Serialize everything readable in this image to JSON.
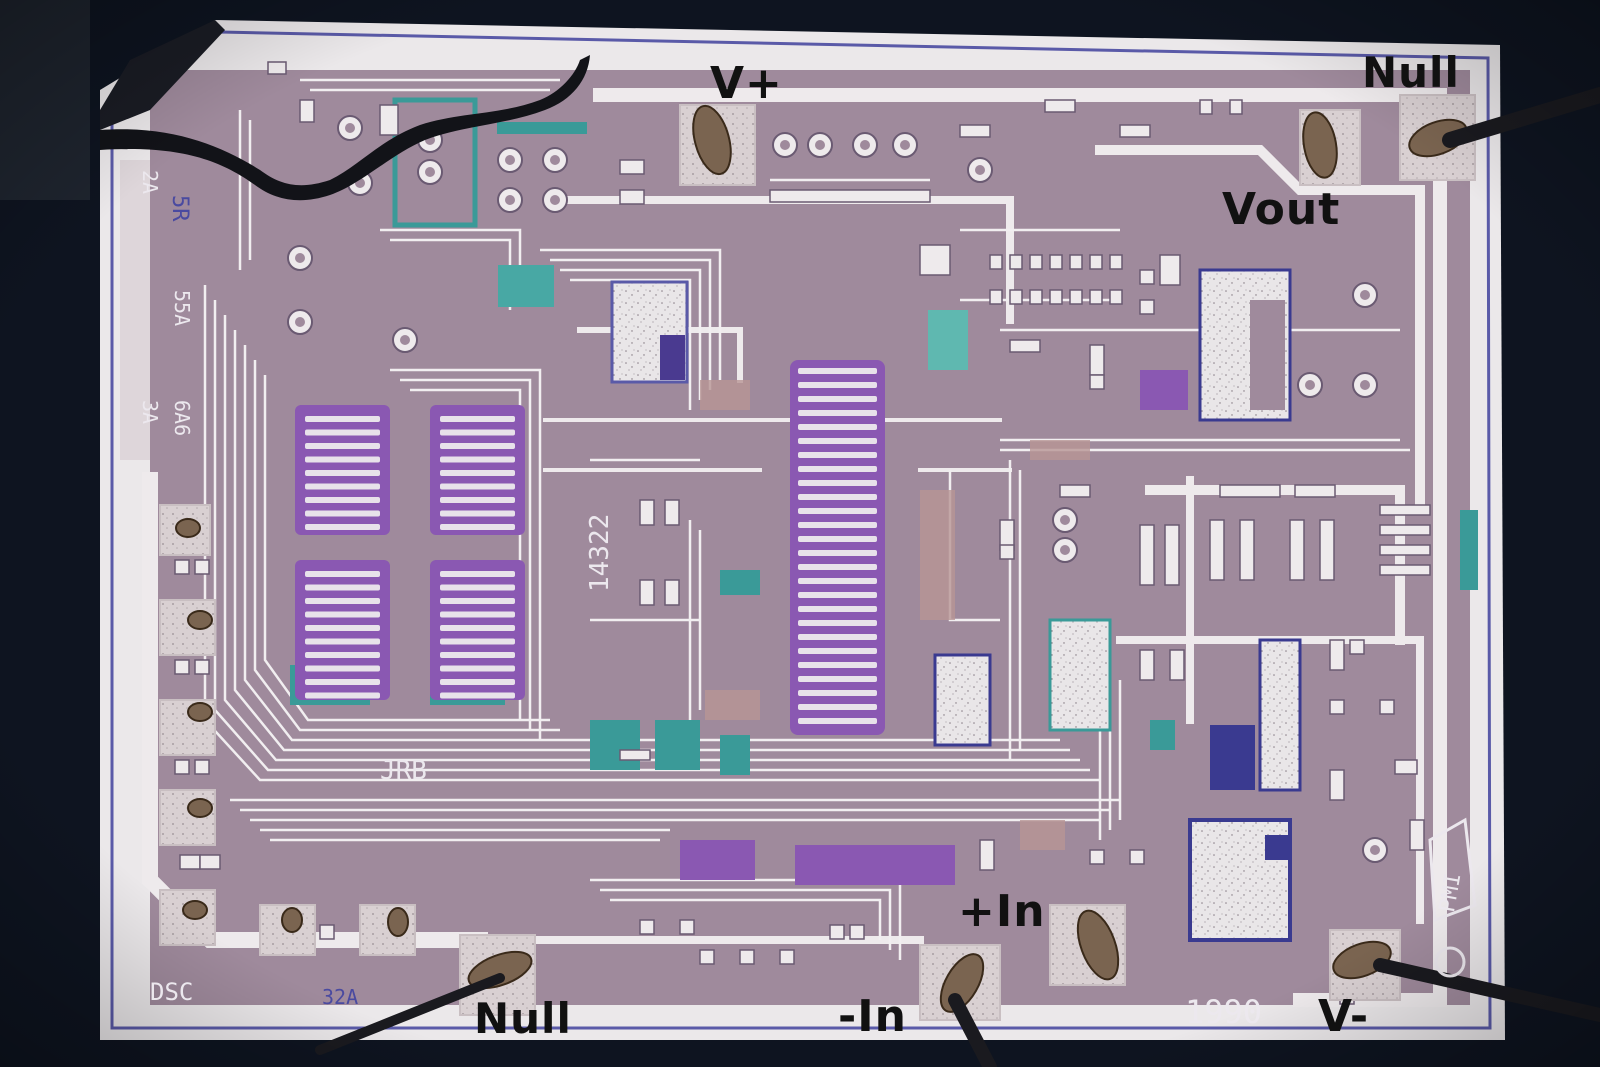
{
  "image": {
    "subject": "die-photo",
    "colors": {
      "background": "#0e1420",
      "substrate": "#9f8a9c",
      "metal": "#ebe8ea",
      "purple_resistor": "#8a58b2",
      "teal_region": "#3a9a98",
      "pad": "#d9cfcf",
      "label_text": "#111111"
    }
  },
  "pin_labels": {
    "vplus": "V+",
    "null_top": "Null",
    "vout": "Vout",
    "plus_in": "+In",
    "minus_in": "-In",
    "null_bottom": "Null",
    "vminus": "V-"
  },
  "die_markings": {
    "part_number": "14322",
    "initials": "JRB",
    "year": "1990",
    "maker": "PMI",
    "mask_code_a": "32A",
    "mask_code_b": "DSC",
    "side_code_1": "5R",
    "side_code_2": "6A6",
    "side_code_3": "3A",
    "side_code_4": "2A",
    "side_code_5": "55A"
  }
}
